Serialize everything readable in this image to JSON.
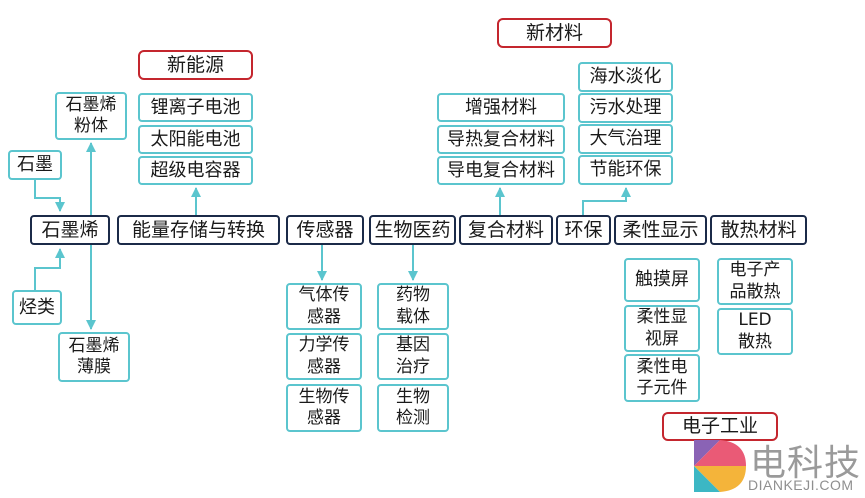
{
  "colors": {
    "teal": "#5bc5ce",
    "navy": "#1b2a48",
    "red": "#c4262e"
  },
  "categories": {
    "new_materials": "新材料",
    "new_energy": "新能源",
    "electronics_industry": "电子工业"
  },
  "raw_materials": {
    "graphite": "石墨",
    "hydrocarbons": "烃类"
  },
  "graphene_products": {
    "powder": "石墨烯\n粉体",
    "film": "石墨烯\n薄膜"
  },
  "main_row": {
    "graphene": "石墨烯",
    "energy_storage": "能量存储与转换",
    "sensors": "传感器",
    "biomedicine": "生物医药",
    "composites": "复合材料",
    "environmental": "环保",
    "flexible_display": "柔性显示",
    "heat_dissipation": "散热材料"
  },
  "energy_apps": [
    "锂离子电池",
    "太阳能电池",
    "超级电容器"
  ],
  "composite_apps": [
    "增强材料",
    "导热复合材料",
    "导电复合材料"
  ],
  "environmental_apps": [
    "海水淡化",
    "污水处理",
    "大气治理",
    "节能环保"
  ],
  "sensor_apps": [
    "气体传\n感器",
    "力学传\n感器",
    "生物传\n感器"
  ],
  "biomed_apps": [
    "药物\n载体",
    "基因\n治疗",
    "生物\n检测"
  ],
  "display_apps": [
    "触摸屏",
    "柔性显\n视屏",
    "柔性电\n子元件"
  ],
  "heat_apps": [
    "电子产\n品散热",
    "LED\n散热"
  ],
  "watermark": {
    "brand_cn": "电科技",
    "brand_url": "DIANKEJI.COM",
    "logo_icon": "diankeji-logo-icon"
  }
}
